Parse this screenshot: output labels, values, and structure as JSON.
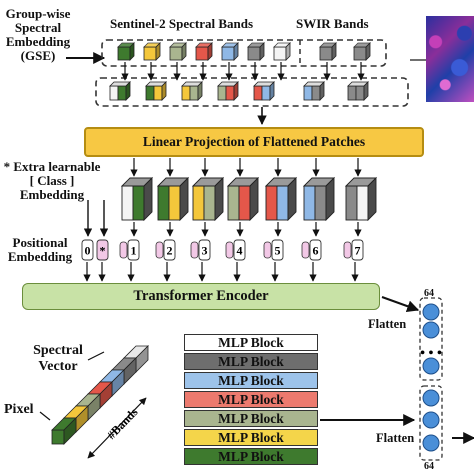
{
  "labels": {
    "gse": "Group-wise\nSpectral\nEmbedding\n(GSE)",
    "sentinel": "Sentinel-2 Spectral Bands",
    "swir": "SWIR  Bands",
    "linear_projection": "Linear Projection of Flattened Patches",
    "extra_class": "* Extra learnable\n[ Class ]\nEmbedding",
    "positional": "Positional\nEmbedding",
    "transformer": "Transformer Encoder",
    "spectral_vector": "Spectral\nVector",
    "pixel": "Pixel",
    "bands_axis": "#Bands",
    "flatten_top": "Flatten",
    "flatten_bottom": "Flatten",
    "dim_top": "64",
    "dim_bottom": "64",
    "dots": "..."
  },
  "positions": [
    "0",
    "*",
    "1",
    "2",
    "3",
    "4",
    "5",
    "6",
    "7"
  ],
  "mlp_blocks": [
    {
      "label": "MLP Block",
      "color": "#ffffff"
    },
    {
      "label": "MLP Block",
      "color": "#6e6e6e"
    },
    {
      "label": "MLP Block",
      "color": "#9dc3ea"
    },
    {
      "label": "MLP Block",
      "color": "#ec7a6e"
    },
    {
      "label": "MLP Block",
      "color": "#a9b58f"
    },
    {
      "label": "MLP Block",
      "color": "#f4d54a"
    },
    {
      "label": "MLP Block",
      "color": "#3e7a2e"
    }
  ],
  "colors": {
    "dark_green": "#3e7a2e",
    "yellow": "#f4c73b",
    "olive": "#a9b58f",
    "red": "#e4574a",
    "light_blue": "#8fb8e6",
    "gray": "#8a8a8a",
    "white": "#f4f4f4",
    "pink": "#f2c8e6",
    "projection": "#f7c843",
    "encoder": "#c8e2a6",
    "node_blue": "#4a8fd8"
  }
}
